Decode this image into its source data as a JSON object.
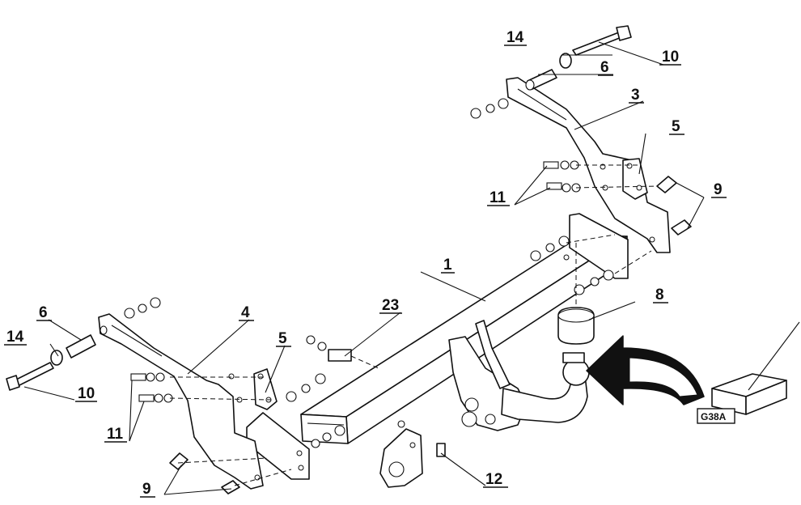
{
  "diagram": {
    "callouts": {
      "c1": "1",
      "c3": "3",
      "c4": "4",
      "c5a": "5",
      "c5b": "5",
      "c6a": "6",
      "c6b": "6",
      "c8": "8",
      "c9a": "9",
      "c9b": "9",
      "c10a": "10",
      "c10b": "10",
      "c11a": "11",
      "c11b": "11",
      "c12": "12",
      "c14a": "14",
      "c14b": "14",
      "c23": "23"
    },
    "box_label": "G38A"
  }
}
